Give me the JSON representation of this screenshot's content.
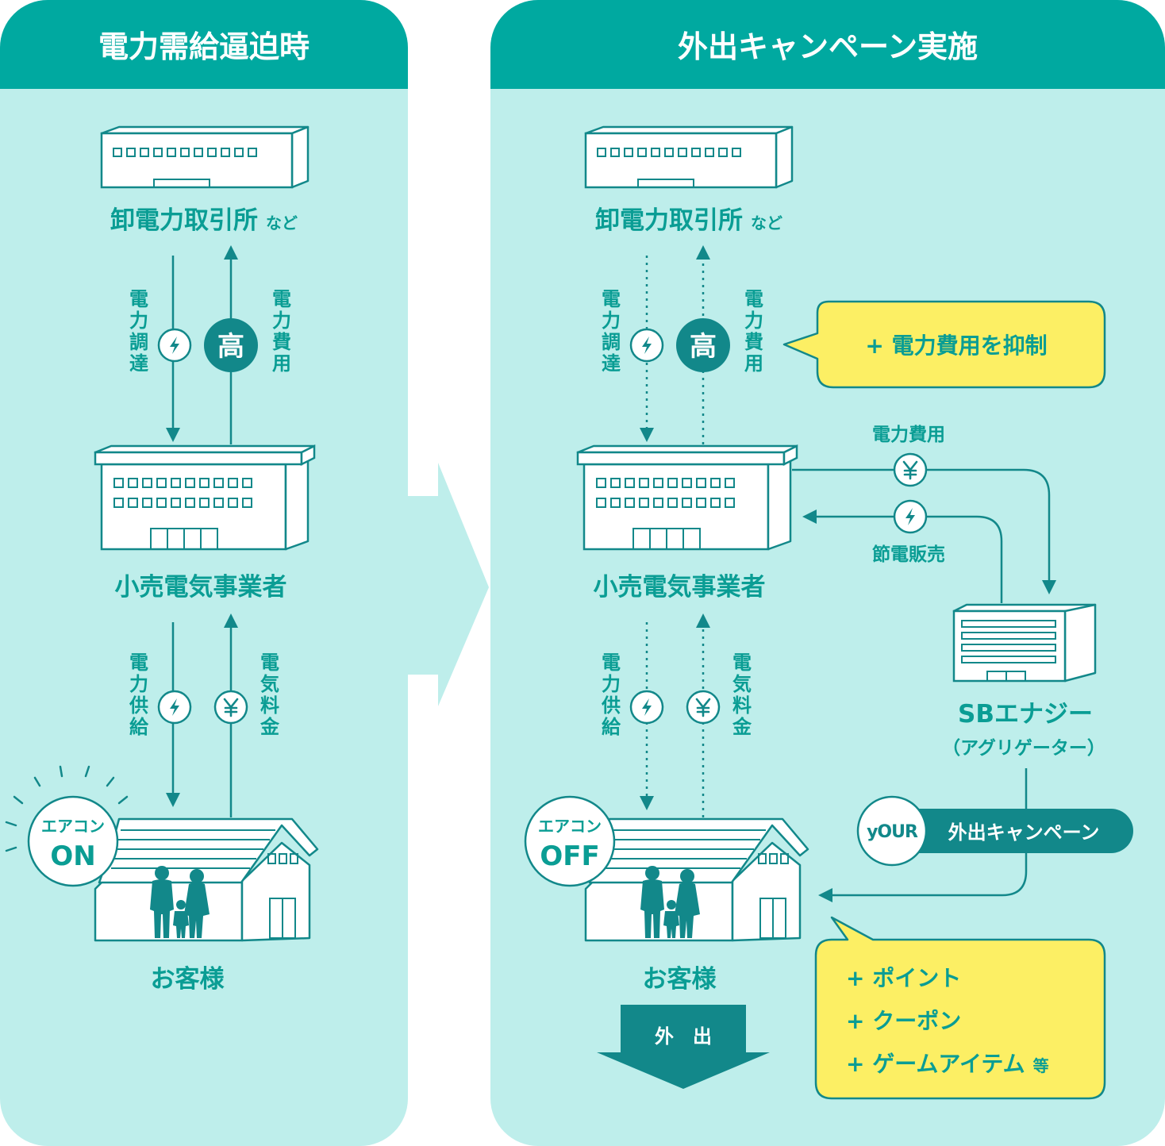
{
  "left": {
    "header": "電力需給逼迫時",
    "exchange": {
      "label": "卸電力取引所",
      "suffix": "など"
    },
    "procure": "電力調達",
    "cost": "電力費用",
    "high": "高",
    "retailer": "小売電気事業者",
    "supply": "電力供給",
    "fee": "電気料金",
    "ac_top": "エアコン",
    "ac_state": "ON",
    "customer": "お客様"
  },
  "right": {
    "header": "外出キャンペーン実施",
    "exchange": {
      "label": "卸電力取引所",
      "suffix": "など"
    },
    "procure": "電力調達",
    "cost": "電力費用",
    "high": "高",
    "callout_cost": "+ 電力費用を抑制",
    "flow_cost": "電力費用",
    "flow_saving": "節電販売",
    "retailer": "小売電気事業者",
    "aggregator": "SBエナジー",
    "aggregator_sub": "（アグリゲーター）",
    "supply": "電力供給",
    "fee": "電気料金",
    "ac_top": "エアコン",
    "ac_state": "OFF",
    "campaign_logo": "yOUR",
    "campaign": "外出キャンペーン",
    "customer": "お客様",
    "outing": "外　出",
    "benefits": [
      "+ ポイント",
      "+ クーポン",
      "+ ゲームアイテム"
    ],
    "benefits_suffix": "等"
  },
  "colors": {
    "teal": "#0a9d94",
    "teal_dark": "#12888a",
    "panel": "#beeeeb",
    "header": "#00a9a0",
    "yellow": "#fcef64",
    "white": "#ffffff"
  }
}
